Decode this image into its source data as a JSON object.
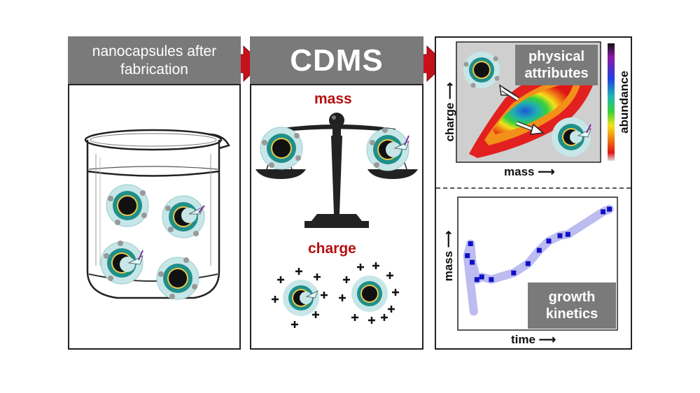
{
  "panel1": {
    "header_line1": "nanocapsules after",
    "header_line2": "fabrication"
  },
  "panel2": {
    "header": "CDMS",
    "mass_label": "mass",
    "charge_label": "charge"
  },
  "panel3": {
    "top": {
      "box_line1": "physical",
      "box_line2": "attributes",
      "ylabel": "charge",
      "xlabel": "mass",
      "colorbar_label": "abundance"
    },
    "bottom": {
      "box_line1": "growth",
      "box_line2": "kinetics",
      "ylabel": "mass",
      "xlabel": "time"
    }
  },
  "colors": {
    "header_gray": "#7a7a7a",
    "accent_red": "#b40f0f",
    "arrow_red": "#c8101a",
    "capsule_shell": "#1f8f8a",
    "capsule_halo": "#bfe3e6",
    "core_ring": "#e8c84a"
  },
  "chart_data": {
    "type": "line",
    "title": "",
    "xlabel": "time",
    "ylabel": "mass",
    "series": [
      {
        "x": [
          0.06,
          0.08,
          0.09,
          0.12,
          0.15,
          0.21,
          0.35,
          0.44,
          0.51,
          0.57,
          0.64,
          0.69,
          0.91,
          0.95
        ],
        "y": [
          0.56,
          0.65,
          0.51,
          0.38,
          0.4,
          0.38,
          0.43,
          0.5,
          0.6,
          0.67,
          0.71,
          0.72,
          0.89,
          0.91
        ]
      }
    ]
  }
}
